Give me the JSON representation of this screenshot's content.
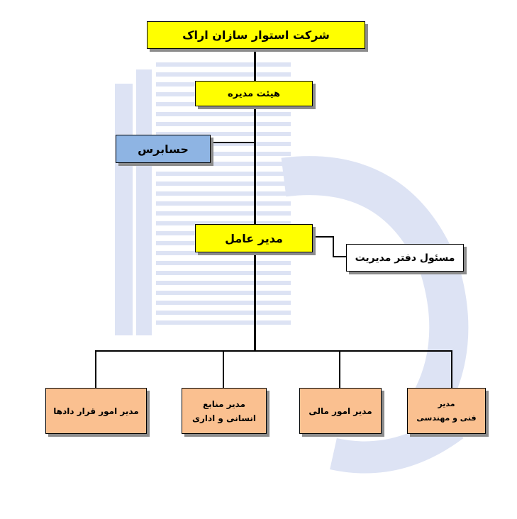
{
  "org_chart": {
    "company": "شرکت استوار سازان اراک",
    "board": "هیئت مدیره",
    "auditor": "حسابرس",
    "ceo": "مدیر عامل",
    "office_manager": "مسئول دفتر مدیریت",
    "departments": [
      {
        "line1": "مدیر امور قرار دادها"
      },
      {
        "line1": "مدیر منابع",
        "line2": "انسانی و اداری"
      },
      {
        "line1": "مدیر امور مالی"
      },
      {
        "line1": "مدیر",
        "line2": "فنی و مهندسی"
      }
    ]
  },
  "colors": {
    "top_boxes": "#ffff00",
    "auditor": "#8eb4e3",
    "departments": "#fac090",
    "watermark": "#dbe1f3"
  }
}
